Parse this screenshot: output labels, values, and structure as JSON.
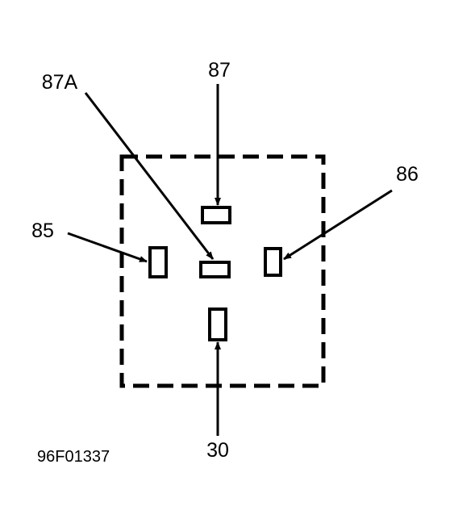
{
  "figure": {
    "id_label": "96F01337",
    "line_color": "#000000",
    "background": "#ffffff"
  },
  "relay": {
    "outline_style": "dashed",
    "terminals": [
      {
        "id": "87",
        "label": "87",
        "orientation": "horizontal",
        "position": "top-center"
      },
      {
        "id": "87A",
        "label": "87A",
        "orientation": "horizontal",
        "position": "center"
      },
      {
        "id": "85",
        "label": "85",
        "orientation": "vertical",
        "position": "left"
      },
      {
        "id": "86",
        "label": "86",
        "orientation": "vertical",
        "position": "right"
      },
      {
        "id": "30",
        "label": "30",
        "orientation": "vertical",
        "position": "bottom-center"
      }
    ]
  }
}
